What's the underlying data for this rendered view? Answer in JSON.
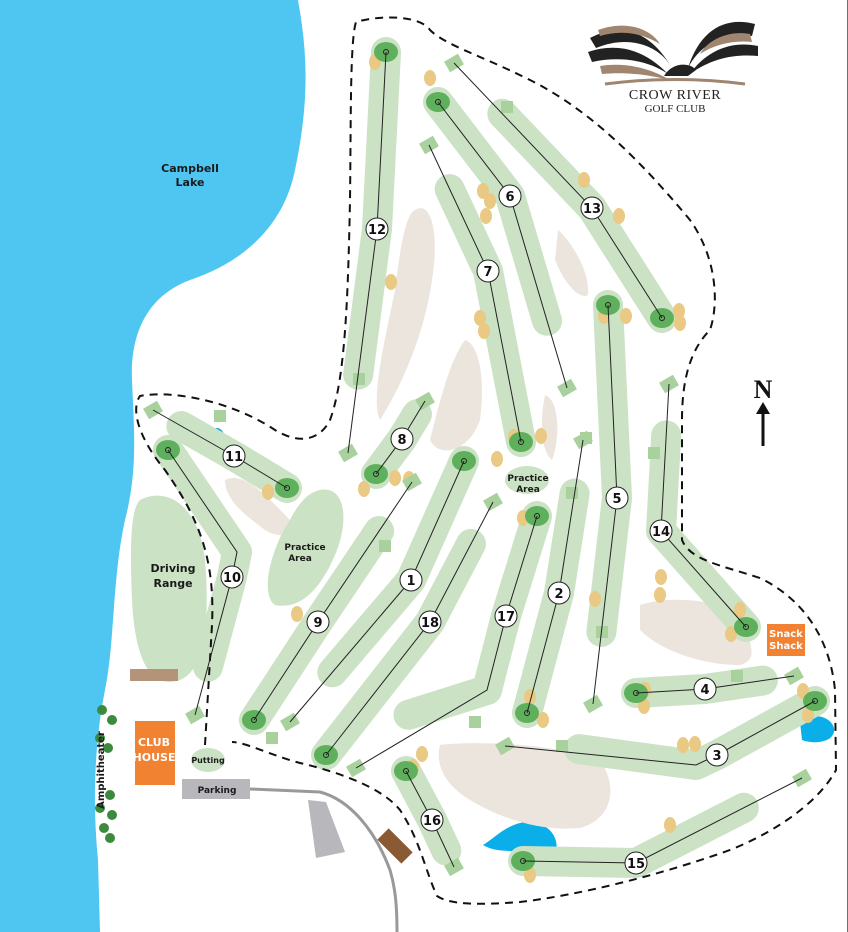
{
  "logo": {
    "line1": "CROW RIVER",
    "line2": "GOLF CLUB"
  },
  "labels": {
    "lake": [
      "Campbell",
      "Lake"
    ],
    "driving_range": [
      "Driving",
      "Range"
    ],
    "practice_area_left": [
      "Practice",
      "Area"
    ],
    "practice_area_center": [
      "Practice",
      "Area"
    ],
    "club_house": [
      "CLUB",
      "HOUSE"
    ],
    "snack_shack": [
      "Snack",
      "Shack"
    ],
    "putting": "Putting",
    "parking": "Parking",
    "amphitheater": "Amphitheater",
    "north": "N"
  },
  "holes": [
    "1",
    "2",
    "3",
    "4",
    "5",
    "6",
    "7",
    "8",
    "9",
    "10",
    "11",
    "12",
    "13",
    "14",
    "15",
    "16",
    "17",
    "18"
  ],
  "colors": {
    "water": "#4fc6f2",
    "pond": "#0aaee8",
    "fairway": "#cbe2c5",
    "green": "#5fb05c",
    "tee": "#a8d19e",
    "bunker": "#e9c983",
    "waste": "#ece5de",
    "building": "#f08232",
    "parking": "#b8b8bc",
    "maintenance": "#8a5a35",
    "trees": "#3b8a3e"
  }
}
